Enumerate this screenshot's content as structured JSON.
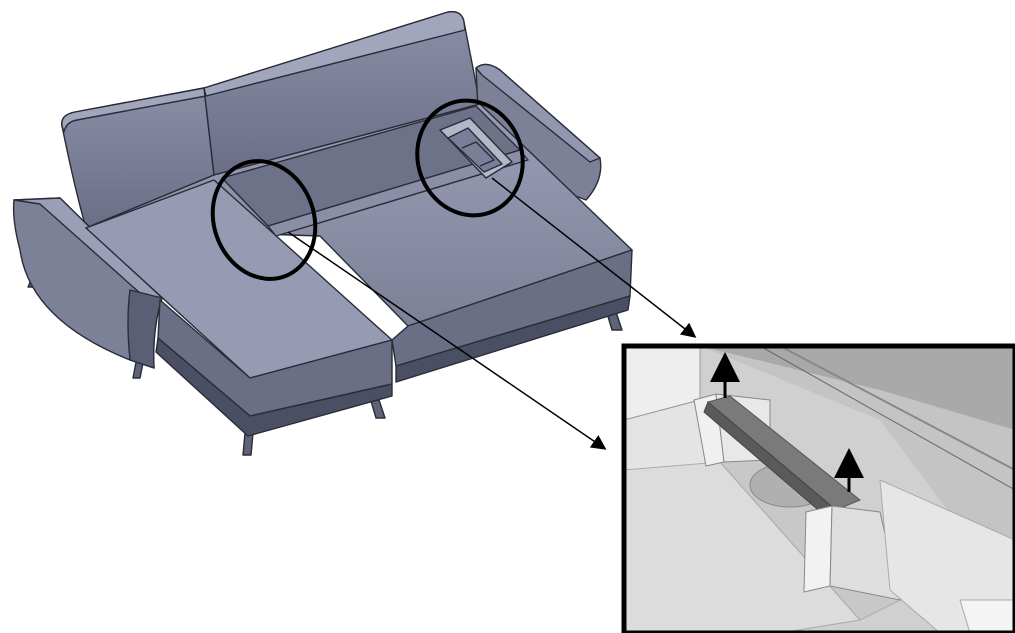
{
  "figure": {
    "kind": "technical-illustration",
    "subject": "corner-sofa-3d-model",
    "callouts": [
      "left-seat-joint",
      "right-storage-mechanism"
    ],
    "detail_view": {
      "shows": "storage-rail-lift",
      "arrows": [
        "lift-arrow-left",
        "lift-arrow-right"
      ]
    },
    "colors": {
      "sofa_face": "#8c90a8",
      "sofa_top": "#9498b0",
      "sofa_dark": "#5b5f76",
      "sofa_edge": "#2a2c38",
      "inset_border": "#000000",
      "inset_gray": "#b8b8b8"
    }
  }
}
